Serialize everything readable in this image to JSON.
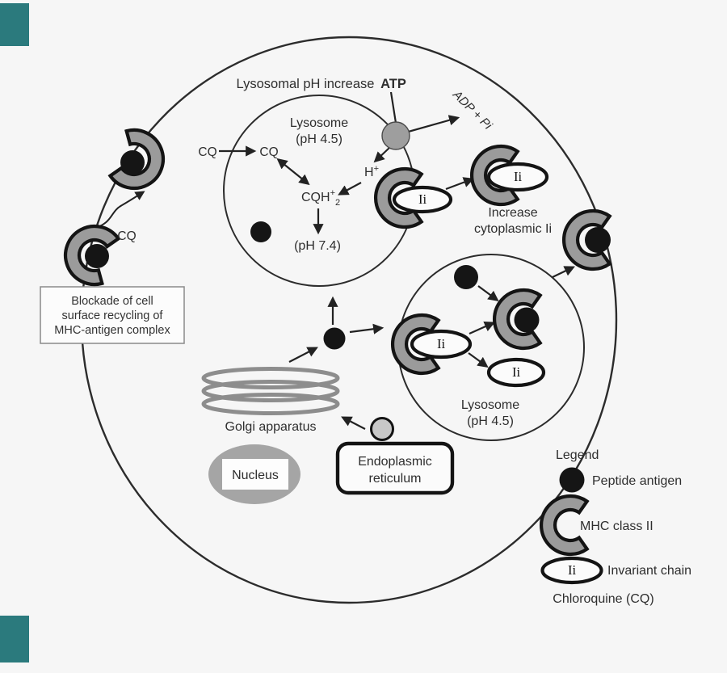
{
  "colors": {
    "background": "#f6f6f6",
    "accent_teal": "#2b7a7d",
    "mhc_gray": "#9b9b9b",
    "outline": "#1a1a1a"
  },
  "cell": {
    "lysosome_top": {
      "heading": "Lysosomal pH increase",
      "name": "Lysosome",
      "ph": "(pH 4.5)",
      "cq_outside": "CQ",
      "cq_inside": "CQ",
      "cqh2": {
        "base": "CQH",
        "sup": "+",
        "sub": "2"
      },
      "proton": {
        "base": "H",
        "sup": "+"
      },
      "ph_neutral": "(pH 7.4)",
      "atp": "ATP",
      "adp_pi": "ADP + Pi"
    },
    "increase_cytoplasmic": {
      "line1": "Increase",
      "line2": "cytoplasmic Ii"
    },
    "lysosome_bottom": {
      "name": "Lysosome",
      "ph": "(pH 4.5)"
    },
    "organelles": {
      "golgi": "Golgi apparatus",
      "nucleus": "Nucleus",
      "er_line1": "Endoplasmic",
      "er_line2": "reticulum"
    },
    "recycling": {
      "cq": "CQ",
      "blockade_line1": "Blockade of cell",
      "blockade_line2": "surface recycling of",
      "blockade_line3": "MHC-antigen complex"
    },
    "ii_label": "Ii"
  },
  "legend": {
    "title": "Legend",
    "peptide_antigen": "Peptide antigen",
    "mhc_class_ii": "MHC class II",
    "invariant_chain": "Invariant chain",
    "ii": "Ii",
    "chloroquine": "Chloroquine (CQ)"
  }
}
